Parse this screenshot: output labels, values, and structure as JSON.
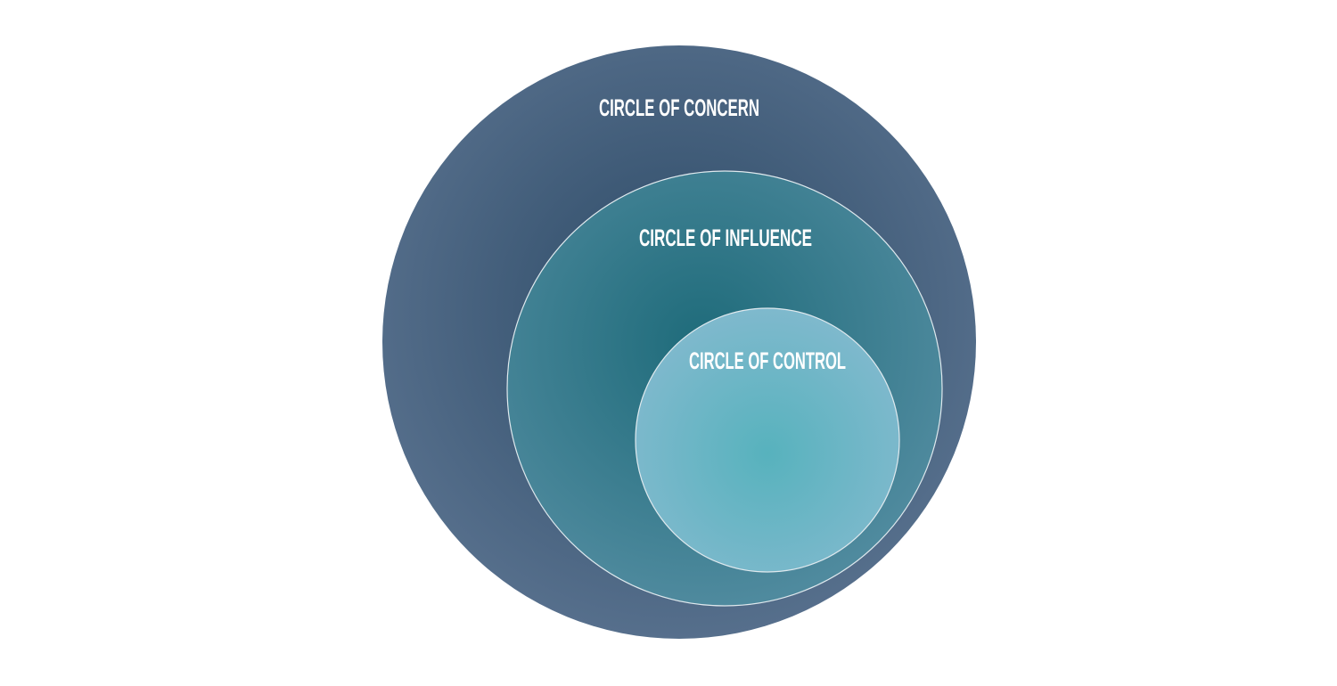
{
  "diagram": {
    "type": "nested-circles",
    "colors": {
      "background": "#ffffff",
      "concern_edge": "#566f8c",
      "concern_center": "#2c4a66",
      "influence_edge": "#4f8a9e",
      "influence_center": "#1e6b7a",
      "control_edge": "#7fb9cd",
      "control_center": "#57b2bd",
      "label": "#ffffff",
      "outline": "#dfe9ee"
    },
    "circles": [
      {
        "id": "concern",
        "label": "CIRCLE OF CONCERN"
      },
      {
        "id": "influence",
        "label": "CIRCLE OF INFLUENCE"
      },
      {
        "id": "control",
        "label": "CIRCLE OF CONTROL"
      }
    ]
  }
}
